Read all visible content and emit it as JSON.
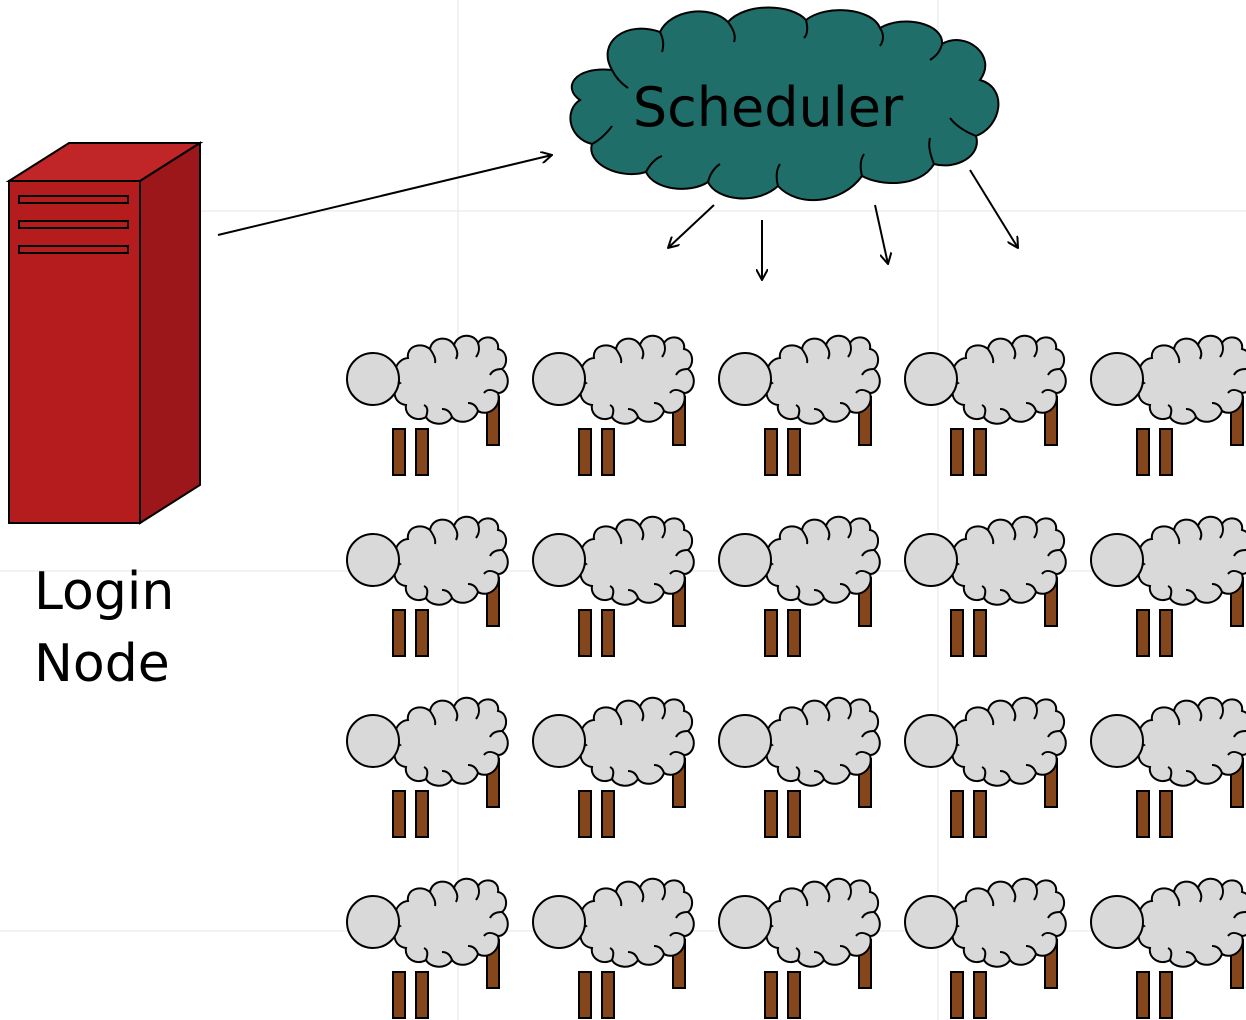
{
  "login_node": {
    "label_line1": "Login",
    "label_line2": "Node",
    "icon": "server-tower-icon"
  },
  "scheduler": {
    "label": "Scheduler",
    "icon": "cloud-icon"
  },
  "compute_nodes": {
    "icon": "sheep-icon",
    "rows": 4,
    "columns": 5
  },
  "colors": {
    "server_front": "#b41c1e",
    "server_side": "#9b1719",
    "cloud_fill": "#1f6e69",
    "sheep_wool": "#d9d9d9",
    "sheep_legs": "#85461c",
    "grid_lines": "#e6e6e6"
  }
}
